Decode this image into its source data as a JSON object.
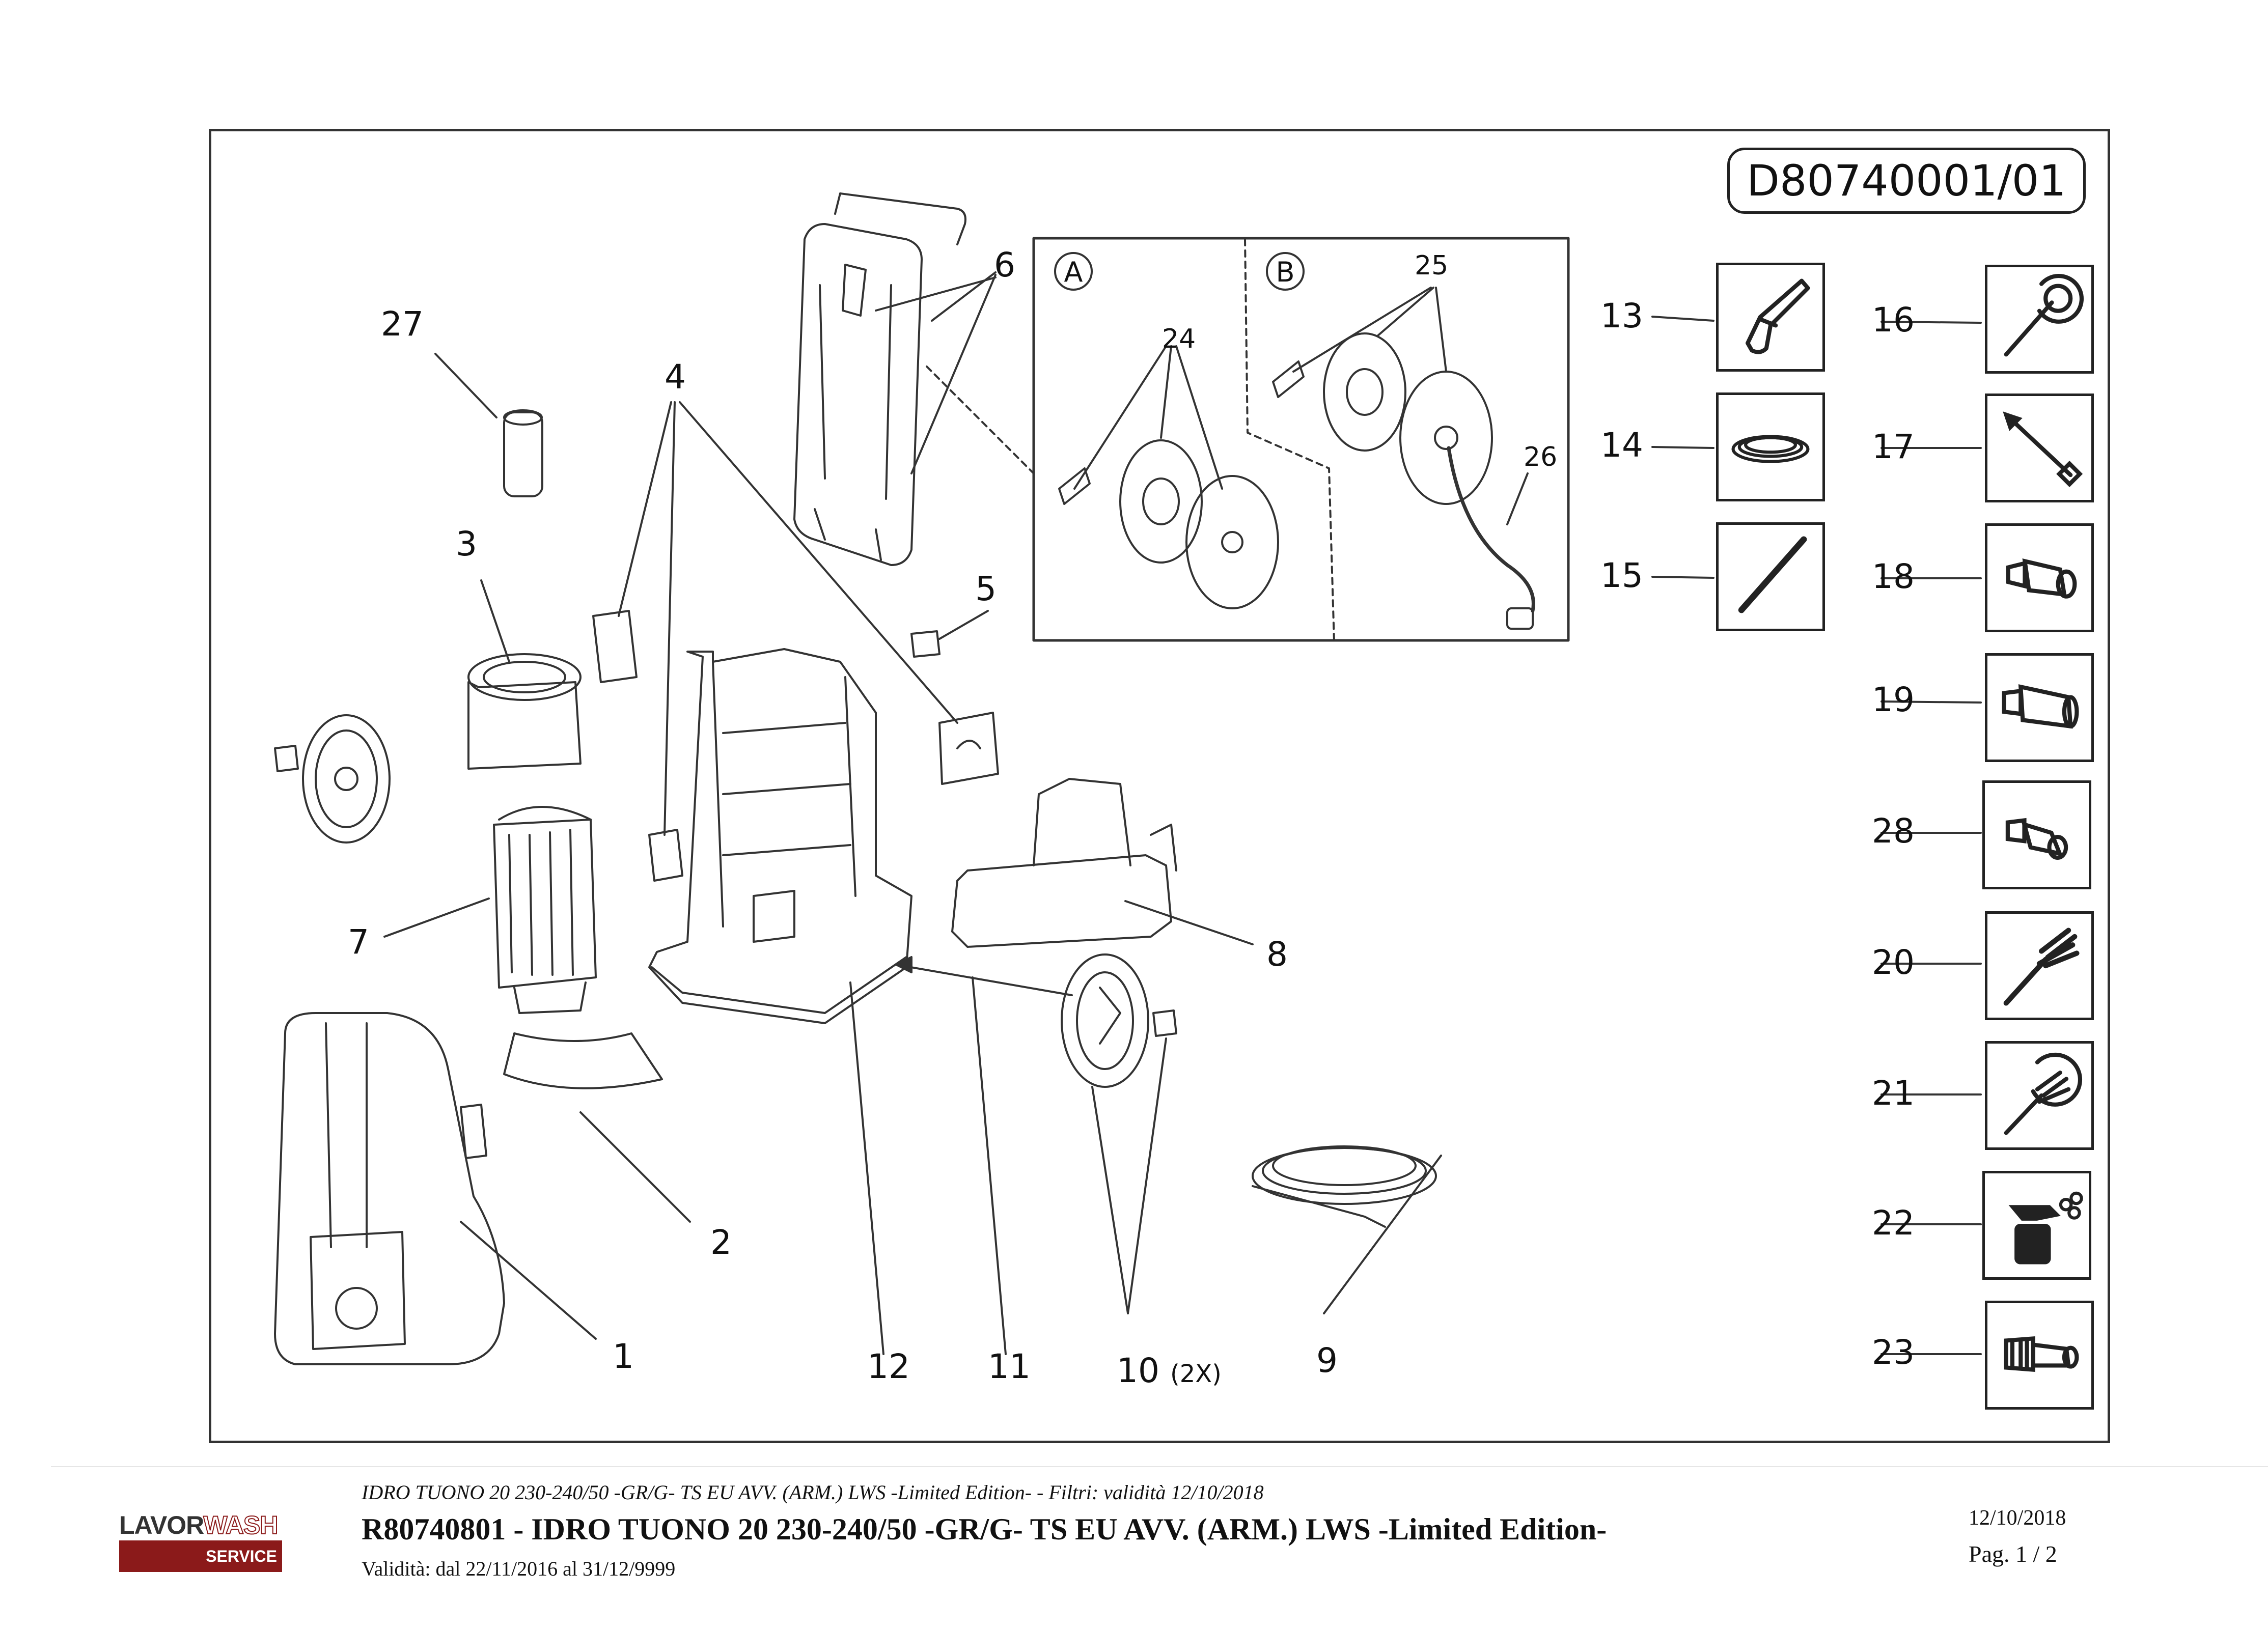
{
  "drawing": {
    "code": "D80740001/01",
    "detail_a_label": "A",
    "detail_b_label": "B"
  },
  "callouts": {
    "p1": "1",
    "p2": "2",
    "p3": "3",
    "p4": "4",
    "p5": "5",
    "p6": "6",
    "p7": "7",
    "p8": "8",
    "p9": "9",
    "p10": "10",
    "p10_qty": "(2X)",
    "p11": "11",
    "p12": "12",
    "p24": "24",
    "p25": "25",
    "p26": "26",
    "p27": "27"
  },
  "accessories": {
    "p13": "13",
    "p14": "14",
    "p15": "15",
    "p16": "16",
    "p17": "17",
    "p18": "18",
    "p19": "19",
    "p28": "28",
    "p20": "20",
    "p21": "21",
    "p22": "22",
    "p23": "23"
  },
  "icons": [
    "spray-gun-icon",
    "hose-icon",
    "lance-icon",
    "rotary-nozzle-icon",
    "adjustable-lance-icon",
    "adapter-icon",
    "turbo-nozzle-icon",
    "connector-icon",
    "brush-icon",
    "rotary-brush-icon",
    "foam-sprayer-icon",
    "quick-coupling-icon"
  ],
  "footer": {
    "subtitle": "IDRO TUONO 20 230-240/50 -GR/G- TS EU AVV. (ARM.) LWS -Limited Edition- - Filtri: validità 12/10/2018",
    "title": "R80740801 - IDRO TUONO 20 230-240/50 -GR/G- TS EU AVV. (ARM.) LWS -Limited Edition-",
    "validity": "Validità: dal 22/11/2016 al 31/12/9999",
    "date": "12/10/2018",
    "page": "Pag. 1 / 2"
  },
  "logo": {
    "brand_a": "LAVOR",
    "brand_b": "WASH",
    "service": "SERVICE"
  },
  "colors": {
    "line": "#333333",
    "logo_red": "#8b1a1a"
  }
}
